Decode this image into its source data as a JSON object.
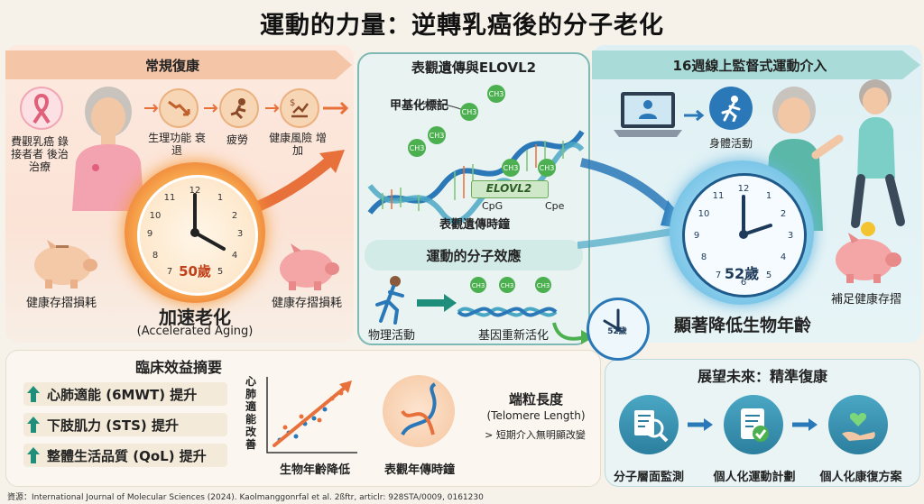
{
  "title": "運動的力量：逆轉乳癌後的分子老化",
  "left": {
    "banner": "常規復康",
    "patient_label": "費觀乳癌 錄接者者 後治治療",
    "factors": [
      {
        "icon": "declining-chart-icon",
        "label": "生理功能 衰退"
      },
      {
        "icon": "fatigued-person-icon",
        "label": "疲勞"
      },
      {
        "icon": "money-risk-icon",
        "label": "健康風險 增加"
      }
    ],
    "clock_age": "50歲",
    "piggy_left": "健康存摺損耗",
    "piggy_right": "健康存摺損耗",
    "title": "加速老化",
    "subtitle": "(Accelerated Aging)"
  },
  "mid": {
    "banner": "表觀遺傳與ELOVL2",
    "methylation_label": "甲基化標記",
    "ch3": "CH3",
    "gene": "ELOVL2",
    "cpg_left": "CpG",
    "cpg_right": "Cpe",
    "clock_label": "表觀遺傳時鐘",
    "effect_banner": "運動的分子效應",
    "activity_label": "物理活動",
    "reactivation_label": "基因重新活化",
    "mini_clock_label": "52歲"
  },
  "right": {
    "banner": "16週線上監督式運動介入",
    "activity_label": "身體活動",
    "clock_age": "52歲",
    "title": "顯著降低生物年齡",
    "piggy_label": "補足健康存摺"
  },
  "clinical": {
    "title": "臨床效益摘要",
    "items": [
      "心肺適能 (6MWT) 提升",
      "下肢肌力 (STS) 提升",
      "整體生活品質 (QoL) 提升"
    ],
    "chart_ylabel": "心肺適能改善",
    "chart_xlabel": "生物年齡降低",
    "dna_label": "表觀年傳時鐘",
    "telomere_title": "端粒長度",
    "telomere_en": "(Telomere Length)",
    "telomere_note": "> 短期介入無明顯改變"
  },
  "future": {
    "title": "展望未來：精準復康",
    "items": [
      {
        "icon": "dna-magnifier-icon",
        "label": "分子層面監測"
      },
      {
        "icon": "checklist-icon",
        "label": "個人化運動計劃"
      },
      {
        "icon": "care-hands-icon",
        "label": "個人化康復方案"
      }
    ]
  },
  "source": "資源：International Journal of Molecular Sciences (2024). Kaolmanggonrfal et al. 2ßftr, articlr: 928STA/0009, 0161230",
  "colors": {
    "teal": "#1f8f7c",
    "orange": "#e8703a",
    "blue": "#2a78b8",
    "pink": "#e98a8a"
  }
}
